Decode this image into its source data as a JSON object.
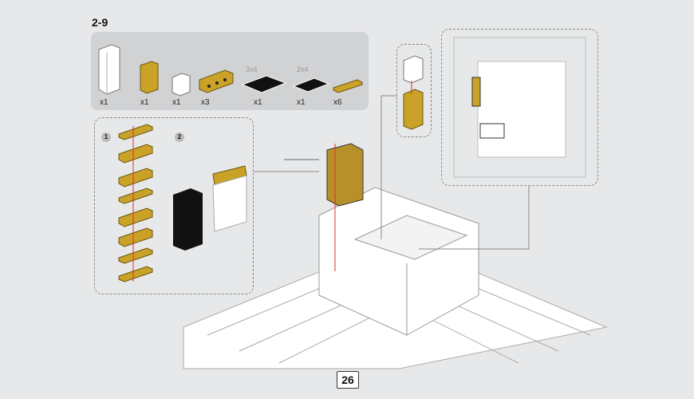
{
  "step": "2-9",
  "page_number": "26",
  "parts": [
    {
      "name": "white-brick-1x2x5",
      "qty": "x1"
    },
    {
      "name": "gold-brick-1x2x2",
      "qty": "x1"
    },
    {
      "name": "white-brick-1x2",
      "qty": "x1"
    },
    {
      "name": "gold-technic-brick-1x4",
      "qty": "x3"
    },
    {
      "name": "black-tile",
      "size": "3x4",
      "qty": "x1"
    },
    {
      "name": "black-tile",
      "size": "2x4",
      "qty": "x1"
    },
    {
      "name": "gold-plate-1x4",
      "qty": "x6"
    }
  ],
  "substeps": [
    "1",
    "2"
  ],
  "colors": {
    "background": "#e7e8e9",
    "parts_panel": "#d1d2d4",
    "gold": "#c9a227",
    "arrow": "#e0302a"
  }
}
